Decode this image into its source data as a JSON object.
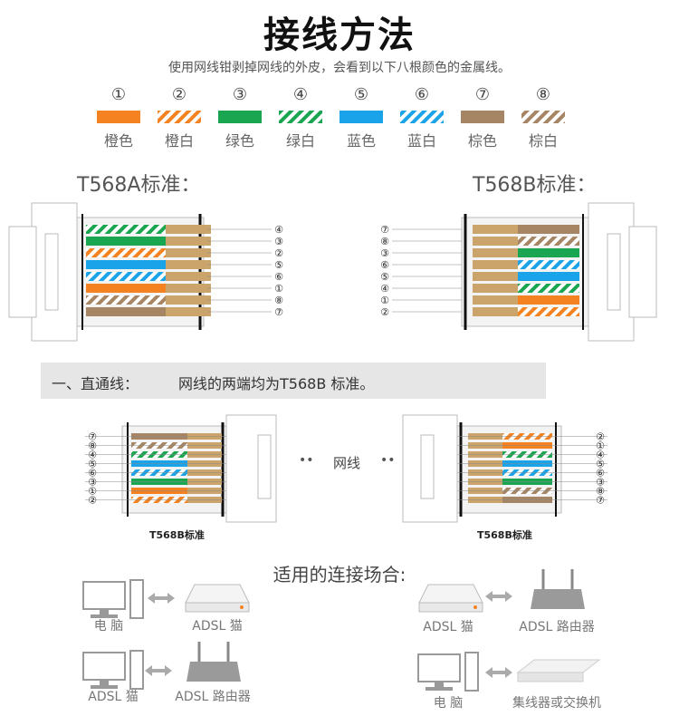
{
  "title": "接线方法",
  "subtitle": "使用网线钳剥掉网线的外皮，会看到以下八根颜色的金属线。",
  "wires": [
    {
      "num": "①",
      "label": "橙色",
      "color": "#f58220",
      "striped": false
    },
    {
      "num": "②",
      "label": "橙白",
      "color": "#f58220",
      "striped": true
    },
    {
      "num": "③",
      "label": "绿色",
      "color": "#1aa551",
      "striped": false
    },
    {
      "num": "④",
      "label": "绿白",
      "color": "#1aa551",
      "striped": true
    },
    {
      "num": "⑤",
      "label": "蓝色",
      "color": "#1aa3e8",
      "striped": false
    },
    {
      "num": "⑥",
      "label": "蓝白",
      "color": "#1aa3e8",
      "striped": true
    },
    {
      "num": "⑦",
      "label": "棕色",
      "color": "#a58563",
      "striped": false
    },
    {
      "num": "⑧",
      "label": "棕白",
      "color": "#a58563",
      "striped": true
    }
  ],
  "t568a_label": "T568A标准：",
  "t568b_label": "T568B标准：",
  "t568a_order": [
    "④",
    "③",
    "②",
    "⑤",
    "⑥",
    "①",
    "⑧",
    "⑦"
  ],
  "t568b_order": [
    "⑦",
    "⑧",
    "③",
    "⑥",
    "⑤",
    "④",
    "①",
    "②"
  ],
  "straight": {
    "heading": "一、直通线：",
    "desc": "网线的两端均为T568B 标准。",
    "left_order": [
      "⑦",
      "⑧",
      "④",
      "⑤",
      "⑥",
      "③",
      "①",
      "②"
    ],
    "right_order": [
      "②",
      "①",
      "④",
      "⑤",
      "⑥",
      "③",
      "⑧",
      "⑦"
    ],
    "left_caption": "T568B标准",
    "right_caption": "T568B标准",
    "cable_label": "网线",
    "dots": "••"
  },
  "scenarios": {
    "heading": "适用的连接场合:",
    "pairs": [
      {
        "a": "电  脑",
        "b": "ADSL 猫"
      },
      {
        "a": "ADSL 猫",
        "b": "ADSL 路由器"
      },
      {
        "a": "ADSL 猫",
        "b": "ADSL 路由器"
      },
      {
        "a": "电  脑",
        "b": "集线器或交换机"
      }
    ]
  }
}
